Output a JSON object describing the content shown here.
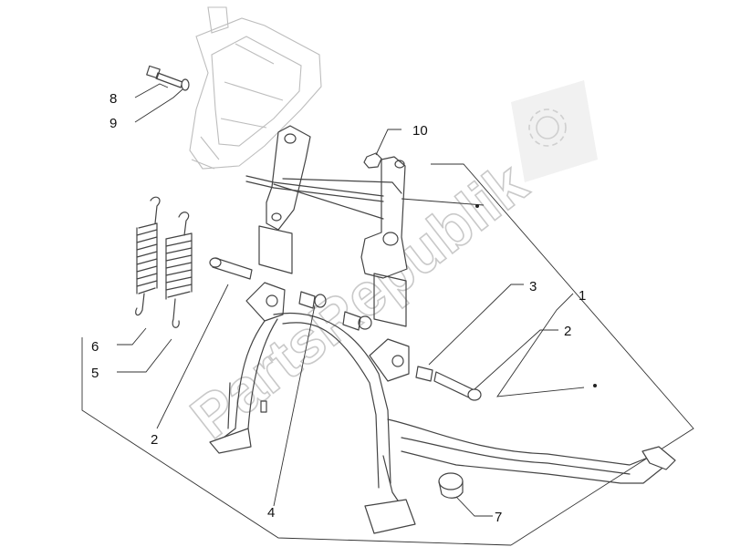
{
  "watermark": {
    "text": "PartsRepublik"
  },
  "colors": {
    "line": "#444444",
    "ghost": "#bdbdbd",
    "watermark": "#c9c9c9",
    "background": "#ffffff"
  },
  "callouts": [
    {
      "id": "callout-1",
      "label": "1"
    },
    {
      "id": "callout-2a",
      "label": "2"
    },
    {
      "id": "callout-2b",
      "label": "2"
    },
    {
      "id": "callout-3",
      "label": "3"
    },
    {
      "id": "callout-4",
      "label": "4"
    },
    {
      "id": "callout-5",
      "label": "5"
    },
    {
      "id": "callout-6",
      "label": "6"
    },
    {
      "id": "callout-7",
      "label": "7"
    },
    {
      "id": "callout-8",
      "label": "8"
    },
    {
      "id": "callout-9",
      "label": "9"
    },
    {
      "id": "callout-10",
      "label": "10"
    }
  ],
  "icons": [
    "gear-icon"
  ]
}
